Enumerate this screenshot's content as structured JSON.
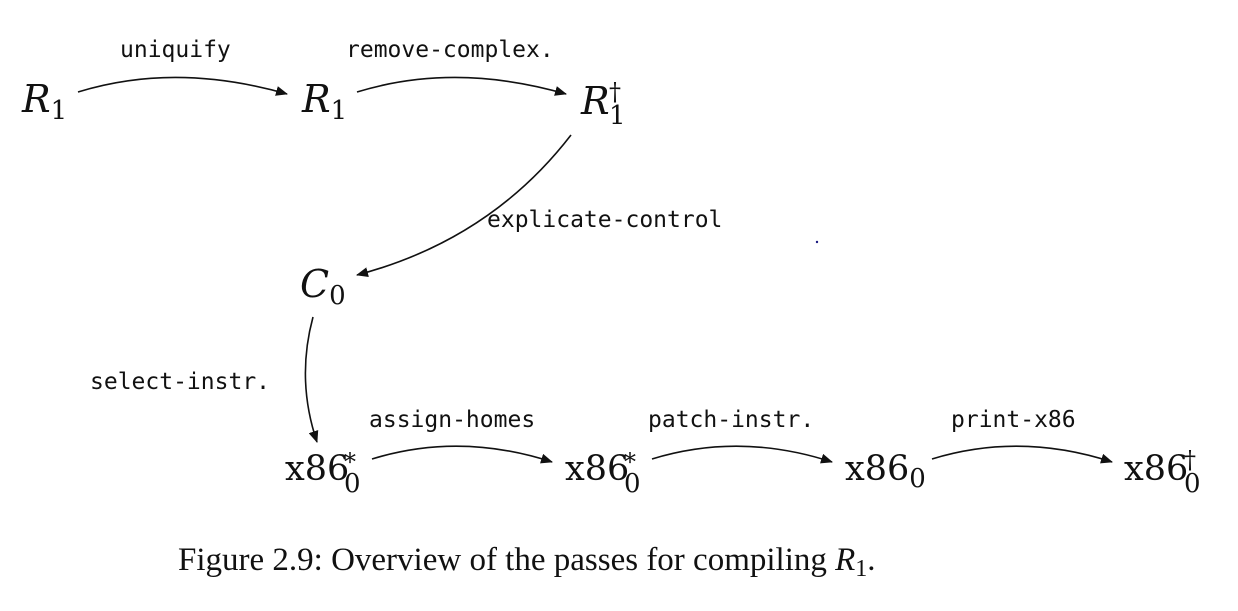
{
  "diagram": {
    "nodes": [
      {
        "id": "r1-source",
        "base": "R",
        "sub": "1",
        "sup": "",
        "italic": true
      },
      {
        "id": "r1-uniquified",
        "base": "R",
        "sub": "1",
        "sup": "",
        "italic": true
      },
      {
        "id": "r1-dagger",
        "base": "R",
        "sub": "1",
        "sup": "†",
        "italic": true
      },
      {
        "id": "c0",
        "base": "C",
        "sub": "0",
        "sup": "",
        "italic": true
      },
      {
        "id": "x86-star-a",
        "base": "x86",
        "sub": "0",
        "sup": "*",
        "italic": false
      },
      {
        "id": "x86-star-b",
        "base": "x86",
        "sub": "0",
        "sup": "*",
        "italic": false
      },
      {
        "id": "x86-zero",
        "base": "x86",
        "sub": "0",
        "sup": "",
        "italic": false
      },
      {
        "id": "x86-dagger",
        "base": "x86",
        "sub": "0",
        "sup": "†",
        "italic": false
      }
    ],
    "edges": [
      {
        "id": "uniquify",
        "label": "uniquify",
        "from": "r1-source",
        "to": "r1-uniquified"
      },
      {
        "id": "remove-complex",
        "label": "remove-complex.",
        "from": "r1-uniquified",
        "to": "r1-dagger"
      },
      {
        "id": "explicate-control",
        "label": "explicate-control",
        "from": "r1-dagger",
        "to": "c0"
      },
      {
        "id": "select-instr",
        "label": "select-instr.",
        "from": "c0",
        "to": "x86-star-a"
      },
      {
        "id": "assign-homes",
        "label": "assign-homes",
        "from": "x86-star-a",
        "to": "x86-star-b"
      },
      {
        "id": "patch-instr",
        "label": "patch-instr.",
        "from": "x86-star-b",
        "to": "x86-zero"
      },
      {
        "id": "print-x86",
        "label": "print-x86",
        "from": "x86-zero",
        "to": "x86-dagger"
      }
    ]
  },
  "caption": {
    "prefix": "Figure 2.9: Overview of the passes for compiling ",
    "math_base": "R",
    "math_sub": "1",
    "suffix": "."
  }
}
